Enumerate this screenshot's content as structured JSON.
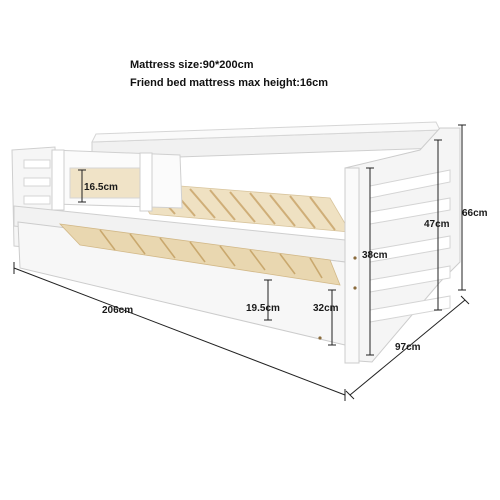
{
  "specs": {
    "mattress_size": "Mattress size:90*200cm",
    "friend_bed_height": "Friend bed mattress max height:16cm"
  },
  "dimensions": {
    "rail_height": "16.5cm",
    "total_length": "206cm",
    "trundle_slat_gap": "19.5cm",
    "trundle_height": "32cm",
    "inner_height": "38cm",
    "frame_height": "47cm",
    "total_height": "66cm",
    "total_depth": "97cm"
  },
  "colors": {
    "frame": "#f4f4f4",
    "frame_shadow": "#d9d9d9",
    "slat": "#e2c89a",
    "dimension_line": "#222222"
  }
}
